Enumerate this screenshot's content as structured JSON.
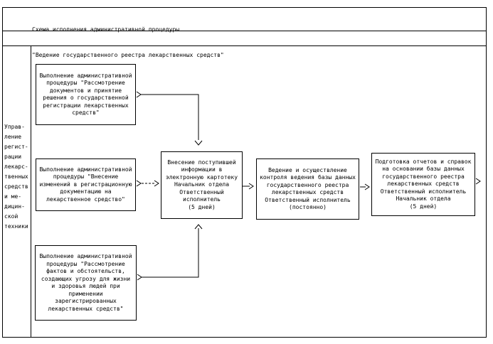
{
  "header": {
    "title_line1": "Схема исполнения административной процедуры",
    "title_line2": "\"Ведение государственного реестра лекарственных средств\""
  },
  "sidebar": {
    "label": "Управ-\nление\nрегист-\nрации\nлекарс-\nтвенных\nсредств\nи ме-\nдицин-\nской\nтехники"
  },
  "nodes": [
    {
      "id": "proc-registration",
      "text": "Выполнение административной\nпроцедуры \"Рассмотрение\nдокументов и принятие\nрешения о государственной\nрегистрации лекарственных\nсредств\""
    },
    {
      "id": "proc-amendments",
      "text": "Выполнение административной\nпроцедуры \"Внесение\nизменений в регистрационную\nдокументацию на\nлекарственное средство\""
    },
    {
      "id": "proc-threat-review",
      "text": "Выполнение административной\nпроцедуры \"Рассмотрение\nфактов и обстоятельств,\nсоздающих угрозу для жизни\nи здоровья людей при\nприменении\nзарегистрированных\nлекарственных средств\""
    },
    {
      "id": "card-index-entry",
      "text": "Внесение поступившей\nинформации в\nэлектронную картотеку\nНачальник отдела\nОтветственный\nисполнитель\n(5 дней)"
    },
    {
      "id": "db-control",
      "text": "Ведение и осуществление\nконтроля ведения базы данных\nгосударственного реестра\nлекарственных средств\nОтветственный исполнитель\n(постоянно)"
    },
    {
      "id": "reports-preparation",
      "text": "Подготовка отчетов и справок\nна основании базы данных\nгосударственного реестра\nлекарственных средств\nОтветственный исполнитель\nНачальник отдела\n(5 дней)"
    }
  ],
  "colors": {
    "line": "#000000",
    "background": "#ffffff"
  }
}
